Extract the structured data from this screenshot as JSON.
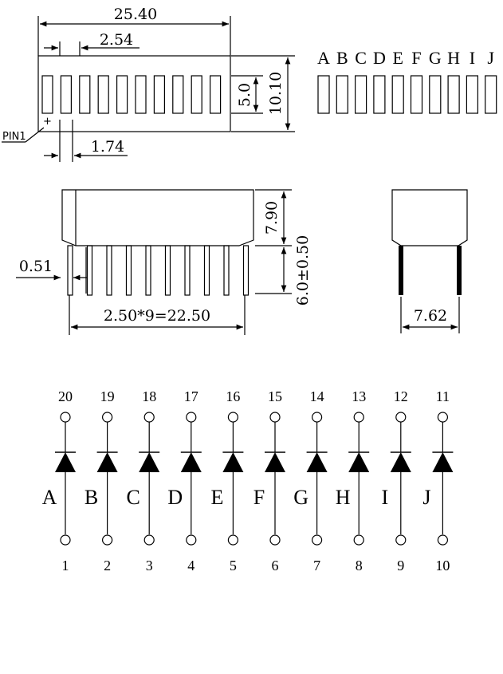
{
  "top_view": {
    "dim_total_width": "25.40",
    "dim_pitch": "2.54",
    "dim_segment_height": "5.0",
    "dim_body_height": "10.10",
    "dim_pin1_offset": "1.74",
    "pin1_label": "PIN1",
    "pin1_mark": "+"
  },
  "segment_letters": [
    "A",
    "B",
    "C",
    "D",
    "E",
    "F",
    "G",
    "H",
    "I",
    "J"
  ],
  "side_view": {
    "dim_pin_width": "0.51",
    "dim_body_height": "7.90",
    "dim_pin_length": "6.0±0.50",
    "dim_pin_row": "2.50*9=22.50"
  },
  "end_view": {
    "dim_row_spacing": "7.62"
  },
  "schematic": {
    "top_pins": [
      "20",
      "19",
      "18",
      "17",
      "16",
      "15",
      "14",
      "13",
      "12",
      "11"
    ],
    "bottom_pins": [
      "1",
      "2",
      "3",
      "4",
      "5",
      "6",
      "7",
      "8",
      "9",
      "10"
    ],
    "diode_labels": [
      "A",
      "B",
      "C",
      "D",
      "E",
      "F",
      "G",
      "H",
      "I",
      "J"
    ]
  }
}
